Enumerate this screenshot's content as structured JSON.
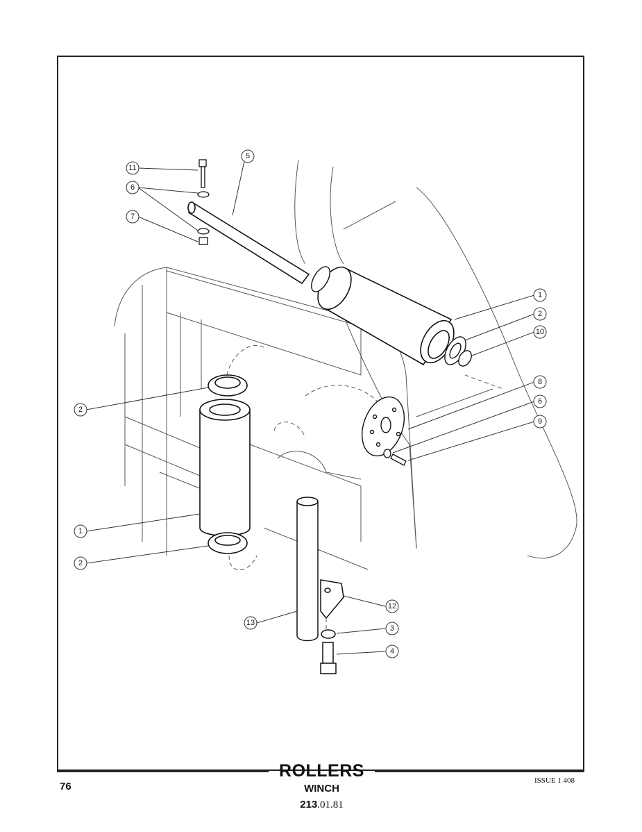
{
  "title": "ROLLERS",
  "subtitle": "WINCH",
  "code_bold": "213",
  "code_rest": ".01.81",
  "page_number": "76",
  "issue": "ISSUE 1 408",
  "callouts": [
    "11",
    "6",
    "7",
    "5",
    "1",
    "2",
    "10",
    "8",
    "6",
    "9",
    "2",
    "1",
    "2",
    "12",
    "13",
    "3",
    "4"
  ]
}
